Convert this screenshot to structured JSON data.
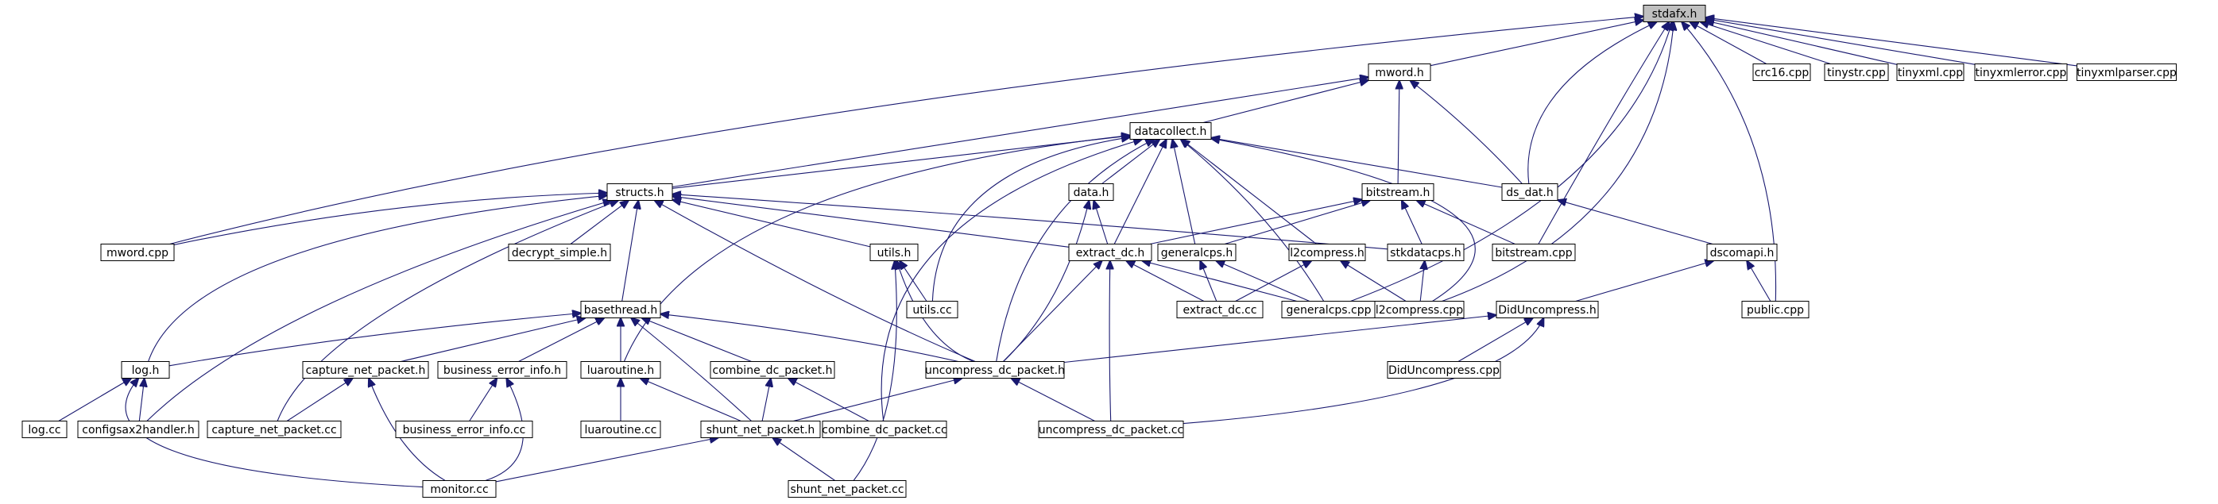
{
  "diagram": {
    "colors": {
      "edge": "#191970",
      "node_border": "#000000",
      "root_fill": "#bfbfbf",
      "node_fill": "#ffffff"
    },
    "nodes": {
      "stdafx_h": "stdafx.h",
      "mword_h": "mword.h",
      "crc16_cpp": "crc16.cpp",
      "tinystr_cpp": "tinystr.cpp",
      "tinyxml_cpp": "tinyxml.cpp",
      "tinyxmlerror_cpp": "tinyxmlerror.cpp",
      "tinyxmlparser_cpp": "tinyxmlparser.cpp",
      "datacollect_h": "datacollect.h",
      "structs_h": "structs.h",
      "data_h": "data.h",
      "bitstream_h": "bitstream.h",
      "ds_dat_h": "ds_dat.h",
      "mword_cpp": "mword.cpp",
      "decrypt_simple_h": "decrypt_simple.h",
      "utils_h": "utils.h",
      "extract_dc_h": "extract_dc.h",
      "generalcps_h": "generalcps.h",
      "l2compress_h": "l2compress.h",
      "stkdatacps_h": "stkdatacps.h",
      "bitstream_cpp": "bitstream.cpp",
      "dscomapi_h": "dscomapi.h",
      "utils_cc": "utils.cc",
      "basethread_h": "basethread.h",
      "extract_dc_cc": "extract_dc.cc",
      "generalcps_cpp": "generalcps.cpp",
      "l2compress_cpp": "l2compress.cpp",
      "diduncompress_h": "DidUncompress.h",
      "public_cpp": "public.cpp",
      "log_h": "log.h",
      "capture_net_packet_h": "capture_net_packet.h",
      "business_error_info_h": "business_error_info.h",
      "luaroutine_h": "luaroutine.h",
      "combine_dc_packet_h": "combine_dc_packet.h",
      "uncompress_dc_packet_h": "uncompress_dc_packet.h",
      "diduncompress_cpp": "DidUncompress.cpp",
      "log_cc": "log.cc",
      "configsax2handler_h": "configsax2handler.h",
      "capture_net_packet_cc": "capture_net_packet.cc",
      "business_error_info_cc": "business_error_info.cc",
      "luaroutine_cc": "luaroutine.cc",
      "shunt_net_packet_h": "shunt_net_packet.h",
      "combine_dc_packet_cc": "combine_dc_packet.cc",
      "uncompress_dc_packet_cc": "uncompress_dc_packet.cc",
      "monitor_cc": "monitor.cc",
      "shunt_net_packet_cc": "shunt_net_packet.cc"
    },
    "edges": [
      [
        "mword_h",
        "stdafx_h"
      ],
      [
        "crc16_cpp",
        "stdafx_h"
      ],
      [
        "tinystr_cpp",
        "stdafx_h"
      ],
      [
        "tinyxml_cpp",
        "stdafx_h"
      ],
      [
        "tinyxmlerror_cpp",
        "stdafx_h"
      ],
      [
        "tinyxmlparser_cpp",
        "stdafx_h"
      ],
      [
        "mword_cpp",
        "stdafx_h"
      ],
      [
        "ds_dat_h",
        "stdafx_h"
      ],
      [
        "bitstream_cpp",
        "stdafx_h"
      ],
      [
        "generalcps_cpp",
        "stdafx_h"
      ],
      [
        "l2compress_cpp",
        "stdafx_h"
      ],
      [
        "public_cpp",
        "stdafx_h"
      ],
      [
        "datacollect_h",
        "mword_h"
      ],
      [
        "structs_h",
        "mword_h"
      ],
      [
        "bitstream_h",
        "mword_h"
      ],
      [
        "ds_dat_h",
        "mword_h"
      ],
      [
        "structs_h",
        "datacollect_h"
      ],
      [
        "data_h",
        "datacollect_h"
      ],
      [
        "ds_dat_h",
        "datacollect_h"
      ],
      [
        "extract_dc_h",
        "datacollect_h"
      ],
      [
        "generalcps_h",
        "datacollect_h"
      ],
      [
        "l2compress_h",
        "datacollect_h"
      ],
      [
        "utils_cc",
        "datacollect_h"
      ],
      [
        "generalcps_cpp",
        "datacollect_h"
      ],
      [
        "l2compress_cpp",
        "datacollect_h"
      ],
      [
        "uncompress_dc_packet_h",
        "datacollect_h"
      ],
      [
        "luaroutine_h",
        "datacollect_h"
      ],
      [
        "combine_dc_packet_cc",
        "datacollect_h"
      ],
      [
        "mword_cpp",
        "structs_h"
      ],
      [
        "decrypt_simple_h",
        "structs_h"
      ],
      [
        "utils_h",
        "structs_h"
      ],
      [
        "extract_dc_h",
        "structs_h"
      ],
      [
        "stkdatacps_h",
        "structs_h"
      ],
      [
        "basethread_h",
        "structs_h"
      ],
      [
        "log_h",
        "structs_h"
      ],
      [
        "configsax2handler_h",
        "structs_h"
      ],
      [
        "capture_net_packet_cc",
        "structs_h"
      ],
      [
        "uncompress_dc_packet_h",
        "structs_h"
      ],
      [
        "extract_dc_h",
        "data_h"
      ],
      [
        "uncompress_dc_packet_h",
        "data_h"
      ],
      [
        "extract_dc_h",
        "bitstream_h"
      ],
      [
        "generalcps_h",
        "bitstream_h"
      ],
      [
        "stkdatacps_h",
        "bitstream_h"
      ],
      [
        "bitstream_cpp",
        "bitstream_h"
      ],
      [
        "dscomapi_h",
        "ds_dat_h"
      ],
      [
        "utils_cc",
        "utils_h"
      ],
      [
        "uncompress_dc_packet_h",
        "utils_h"
      ],
      [
        "shunt_net_packet_cc",
        "utils_h"
      ],
      [
        "extract_dc_cc",
        "extract_dc_h"
      ],
      [
        "generalcps_cpp",
        "extract_dc_h"
      ],
      [
        "uncompress_dc_packet_h",
        "extract_dc_h"
      ],
      [
        "uncompress_dc_packet_cc",
        "extract_dc_h"
      ],
      [
        "extract_dc_cc",
        "generalcps_h"
      ],
      [
        "generalcps_cpp",
        "generalcps_h"
      ],
      [
        "extract_dc_cc",
        "l2compress_h"
      ],
      [
        "l2compress_cpp",
        "l2compress_h"
      ],
      [
        "l2compress_cpp",
        "stkdatacps_h"
      ],
      [
        "diduncompress_h",
        "dscomapi_h"
      ],
      [
        "public_cpp",
        "dscomapi_h"
      ],
      [
        "log_h",
        "basethread_h"
      ],
      [
        "capture_net_packet_h",
        "basethread_h"
      ],
      [
        "business_error_info_h",
        "basethread_h"
      ],
      [
        "luaroutine_h",
        "basethread_h"
      ],
      [
        "combine_dc_packet_h",
        "basethread_h"
      ],
      [
        "uncompress_dc_packet_h",
        "basethread_h"
      ],
      [
        "shunt_net_packet_h",
        "basethread_h"
      ],
      [
        "uncompress_dc_packet_h",
        "diduncompress_h"
      ],
      [
        "diduncompress_cpp",
        "diduncompress_h"
      ],
      [
        "uncompress_dc_packet_cc",
        "diduncompress_h"
      ],
      [
        "log_cc",
        "log_h"
      ],
      [
        "configsax2handler_h",
        "log_h"
      ],
      [
        "monitor_cc",
        "log_h"
      ],
      [
        "capture_net_packet_cc",
        "capture_net_packet_h"
      ],
      [
        "monitor_cc",
        "capture_net_packet_h"
      ],
      [
        "business_error_info_cc",
        "business_error_info_h"
      ],
      [
        "monitor_cc",
        "business_error_info_h"
      ],
      [
        "luaroutine_cc",
        "luaroutine_h"
      ],
      [
        "shunt_net_packet_h",
        "luaroutine_h"
      ],
      [
        "shunt_net_packet_h",
        "combine_dc_packet_h"
      ],
      [
        "combine_dc_packet_cc",
        "combine_dc_packet_h"
      ],
      [
        "shunt_net_packet_h",
        "uncompress_dc_packet_h"
      ],
      [
        "uncompress_dc_packet_cc",
        "uncompress_dc_packet_h"
      ],
      [
        "monitor_cc",
        "shunt_net_packet_h"
      ],
      [
        "shunt_net_packet_cc",
        "shunt_net_packet_h"
      ]
    ]
  }
}
